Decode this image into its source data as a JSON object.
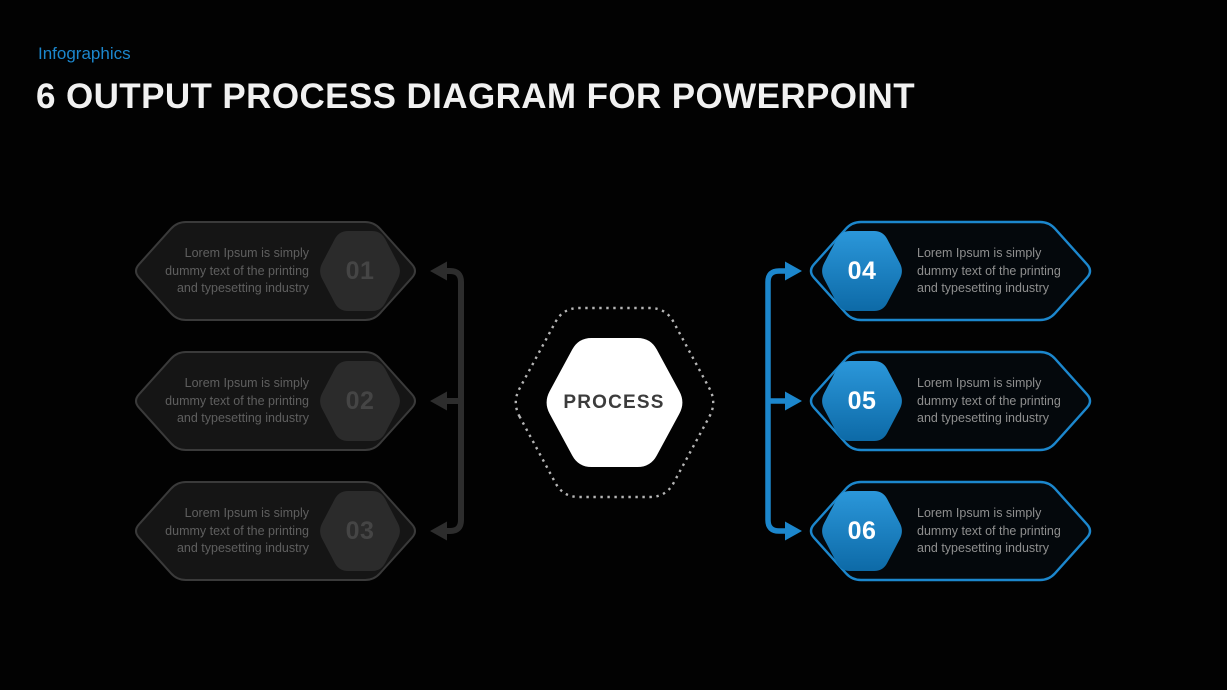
{
  "slide": {
    "eyebrow": "Infographics",
    "title": "6 OUTPUT PROCESS DIAGRAM FOR POWERPOINT"
  },
  "center": {
    "label": "PROCESS"
  },
  "items": [
    {
      "number": "01",
      "side": "left",
      "text": "Lorem Ipsum is simply dummy text of the printing and typesetting industry",
      "lines": [
        "Lorem Ipsum is simply",
        "dummy text of the printing",
        "and typesetting industry"
      ]
    },
    {
      "number": "02",
      "side": "left",
      "text": "Lorem Ipsum is simply dummy text of the printing and typesetting industry",
      "lines": [
        "Lorem Ipsum is simply",
        "dummy text of the printing",
        "and typesetting industry"
      ]
    },
    {
      "number": "03",
      "side": "left",
      "text": "Lorem Ipsum is simply dummy text of the printing and typesetting industry",
      "lines": [
        "Lorem Ipsum is simply",
        "dummy text of the printing",
        "and typesetting industry"
      ]
    },
    {
      "number": "04",
      "side": "right",
      "text": "Lorem Ipsum is simply dummy text of the printing and typesetting industry",
      "lines": [
        "Lorem Ipsum is simply",
        "dummy text of the printing",
        "and typesetting industry"
      ]
    },
    {
      "number": "05",
      "side": "right",
      "text": "Lorem Ipsum is simply dummy text of the printing and typesetting industry",
      "lines": [
        "Lorem Ipsum is simply",
        "dummy text of the printing",
        "and typesetting industry"
      ]
    },
    {
      "number": "06",
      "side": "right",
      "text": "Lorem Ipsum is simply dummy text of the printing and typesetting industry",
      "lines": [
        "Lorem Ipsum is simply",
        "dummy text of the printing",
        "and typesetting industry"
      ]
    }
  ],
  "colors": {
    "background": "#020202",
    "accent_blue": "#1c87cd",
    "badge_blue_top": "#2b97da",
    "badge_blue_bottom": "#0d6aa7",
    "inactive_border": "#3a3a3a",
    "inactive_fill": "#151515",
    "inactive_badge": "#2b2b2b",
    "inactive_arrow": "#2d2d2d",
    "inactive_text": "#5f5f5f",
    "body_text_gray": "#8f8f8f",
    "dotted_outline": "#b5b5b5",
    "process_text": "#3c3c3c"
  }
}
